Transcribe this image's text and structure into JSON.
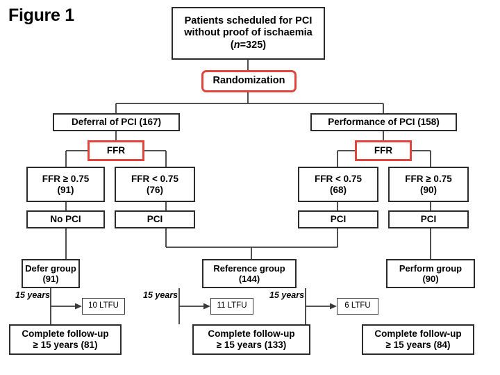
{
  "figure": {
    "label": "Figure 1"
  },
  "colors": {
    "box_border": "#2b2b2b",
    "highlight_border": "#e0443c",
    "background": "#ffffff",
    "text": "#000000"
  },
  "flowchart": {
    "type": "study-flow-diagram",
    "nodes": {
      "enrollment": {
        "line1": "Patients scheduled for PCI",
        "line2": "without proof of ischaemia",
        "line3_prefix": "(",
        "line3_italic": "n",
        "line3_suffix": "=325)"
      },
      "randomization": {
        "label": "Randomization"
      },
      "arm_defer": {
        "label": "Deferral of PCI (167)"
      },
      "arm_perform": {
        "label": "Performance of PCI (158)"
      },
      "ffr_left": {
        "label": "FFR"
      },
      "ffr_right": {
        "label": "FFR"
      },
      "defer_ffr_high": {
        "line1": "FFR ≥ 0.75",
        "line2": "(91)"
      },
      "defer_ffr_low": {
        "line1": "FFR < 0.75",
        "line2": "(76)"
      },
      "perform_ffr_low": {
        "line1": "FFR < 0.75",
        "line2": "(68)"
      },
      "perform_ffr_high": {
        "line1": "FFR ≥ 0.75",
        "line2": "(90)"
      },
      "treat_no_pci": {
        "label": "No PCI"
      },
      "treat_pci_defer_low": {
        "label": "PCI"
      },
      "treat_pci_perform_low": {
        "label": "PCI"
      },
      "treat_pci_perform_high": {
        "label": "PCI"
      },
      "group_defer": {
        "line1": "Defer group",
        "line2": "(91)"
      },
      "group_reference": {
        "line1": "Reference group",
        "line2": "(144)"
      },
      "group_perform": {
        "line1": "Perform group",
        "line2": "(90)"
      },
      "ltfu_defer": {
        "label": "10 LTFU"
      },
      "ltfu_reference": {
        "label": "11 LTFU"
      },
      "ltfu_perform": {
        "label": "6 LTFU"
      },
      "followup_defer": {
        "line1": "Complete follow-up",
        "line2": "≥ 15 years (81)"
      },
      "followup_reference": {
        "line1": "Complete follow-up",
        "line2": "≥ 15 years (133)"
      },
      "followup_perform": {
        "line1": "Complete follow-up",
        "line2": "≥ 15 years (84)"
      }
    },
    "edge_labels": {
      "defer_duration": "15 years",
      "reference_duration": "15 years",
      "perform_duration": "15 years"
    }
  }
}
